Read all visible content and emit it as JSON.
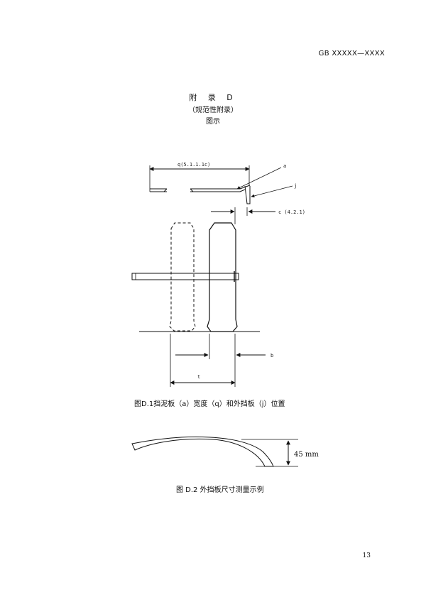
{
  "header": {
    "standard_code": "GB XXXXX—XXXX"
  },
  "annex": {
    "title": "附 录 D",
    "type": "（规范性附录）",
    "subtitle": "图示"
  },
  "figure_d1": {
    "label_q": "q(5.1.1.1c)",
    "label_a": "a",
    "label_j": "j",
    "label_c": "c (4.2.1)",
    "label_b": "b",
    "label_t": "t",
    "caption": "图D.1挡泥板（a）宽度（q）和外挡板（j）位置"
  },
  "figure_d2": {
    "dimension": "45 mm",
    "caption": "图 D.2 外挡板尺寸测量示例"
  },
  "footer": {
    "page_number": "13"
  }
}
